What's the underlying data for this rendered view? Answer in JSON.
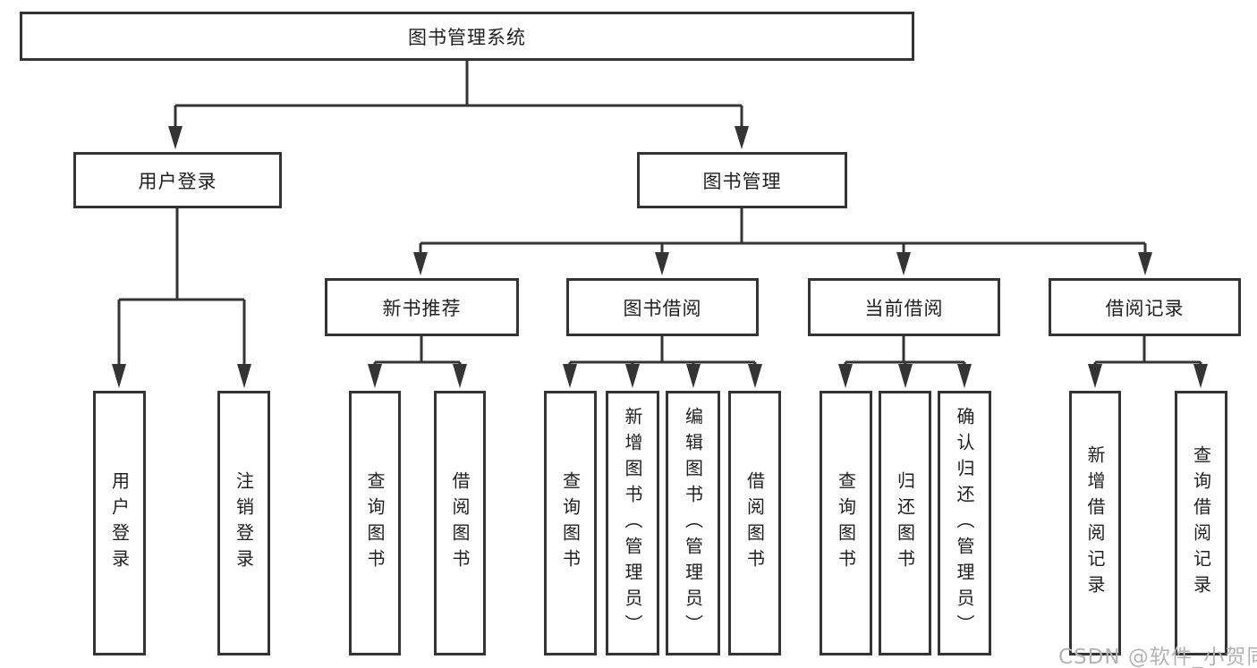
{
  "diagram": {
    "root": {
      "label": "图书管理系统"
    },
    "level2": [
      {
        "label": "用户登录"
      },
      {
        "label": "图书管理"
      }
    ],
    "level3": [
      {
        "label": "新书推荐"
      },
      {
        "label": "图书借阅"
      },
      {
        "label": "当前借阅"
      },
      {
        "label": "借阅记录"
      }
    ],
    "leaves": [
      {
        "label": "用户登录"
      },
      {
        "label": "注销登录"
      },
      {
        "label": "查询图书"
      },
      {
        "label": "借阅图书"
      },
      {
        "label": "查询图书"
      },
      {
        "label": "新增图书（管理员）"
      },
      {
        "label": "编辑图书（管理员）"
      },
      {
        "label": "借阅图书"
      },
      {
        "label": "查询图书"
      },
      {
        "label": "归还图书"
      },
      {
        "label": "确认归还（管理员）"
      },
      {
        "label": "新增借阅记录"
      },
      {
        "label": "查询借阅记录"
      }
    ]
  },
  "watermark": {
    "text": "CSDN @软件_小贺同学"
  },
  "colors": {
    "line": "#343434",
    "box_border": "#343434",
    "text": "#1f1f1f",
    "watermark": "#b3b3b3",
    "background": "#ffffff"
  }
}
